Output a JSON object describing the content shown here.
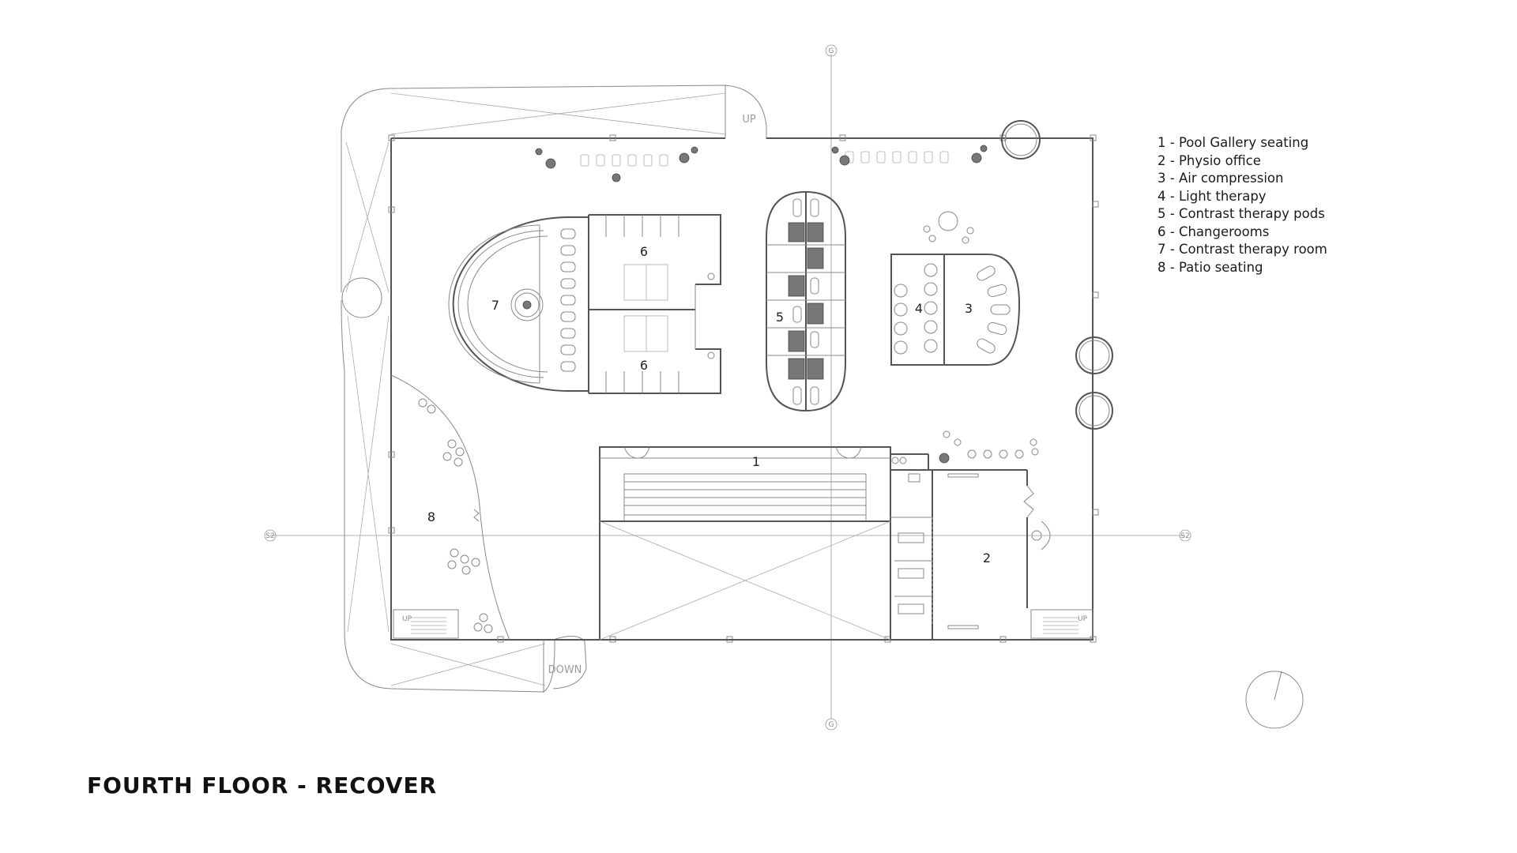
{
  "title": "FOURTH FLOOR - RECOVER",
  "legend": [
    "1 - Pool Gallery seating",
    "2 - Physio office",
    "3 - Air compression",
    "4 - Light therapy",
    "5 - Contrast therapy pods",
    "6 - Changerooms",
    "7 - Contrast therapy room",
    "8 - Patio seating"
  ],
  "room_labels": {
    "r1": "1",
    "r2": "2",
    "r3": "3",
    "r4": "4",
    "r5": "5",
    "r6a": "6",
    "r6b": "6",
    "r7": "7",
    "r8": "8"
  },
  "stair_labels": {
    "up_top": "UP",
    "down_bottom": "DOWN",
    "up_left": "UP",
    "up_right": "UP"
  },
  "grid_labels": {
    "g_top": "G",
    "g_bottom": "G",
    "g_left": "S2",
    "g_right": "S2"
  }
}
